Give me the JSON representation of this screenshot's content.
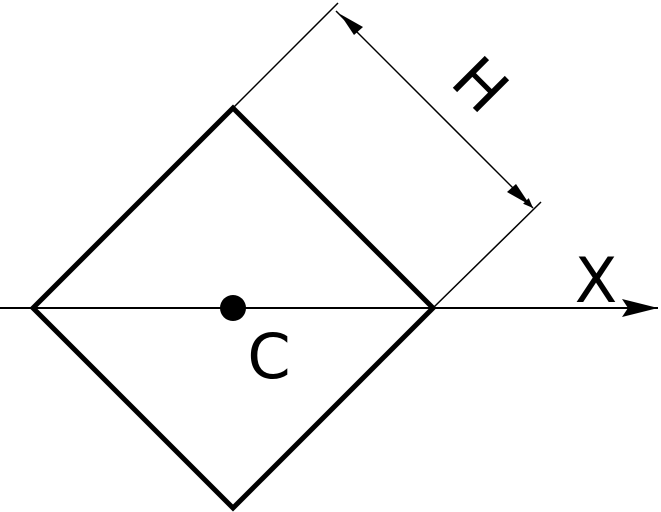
{
  "labels": {
    "height": "H",
    "axis": "X",
    "center": "C"
  },
  "colors": {
    "stroke": "#000000",
    "background": "#ffffff"
  }
}
